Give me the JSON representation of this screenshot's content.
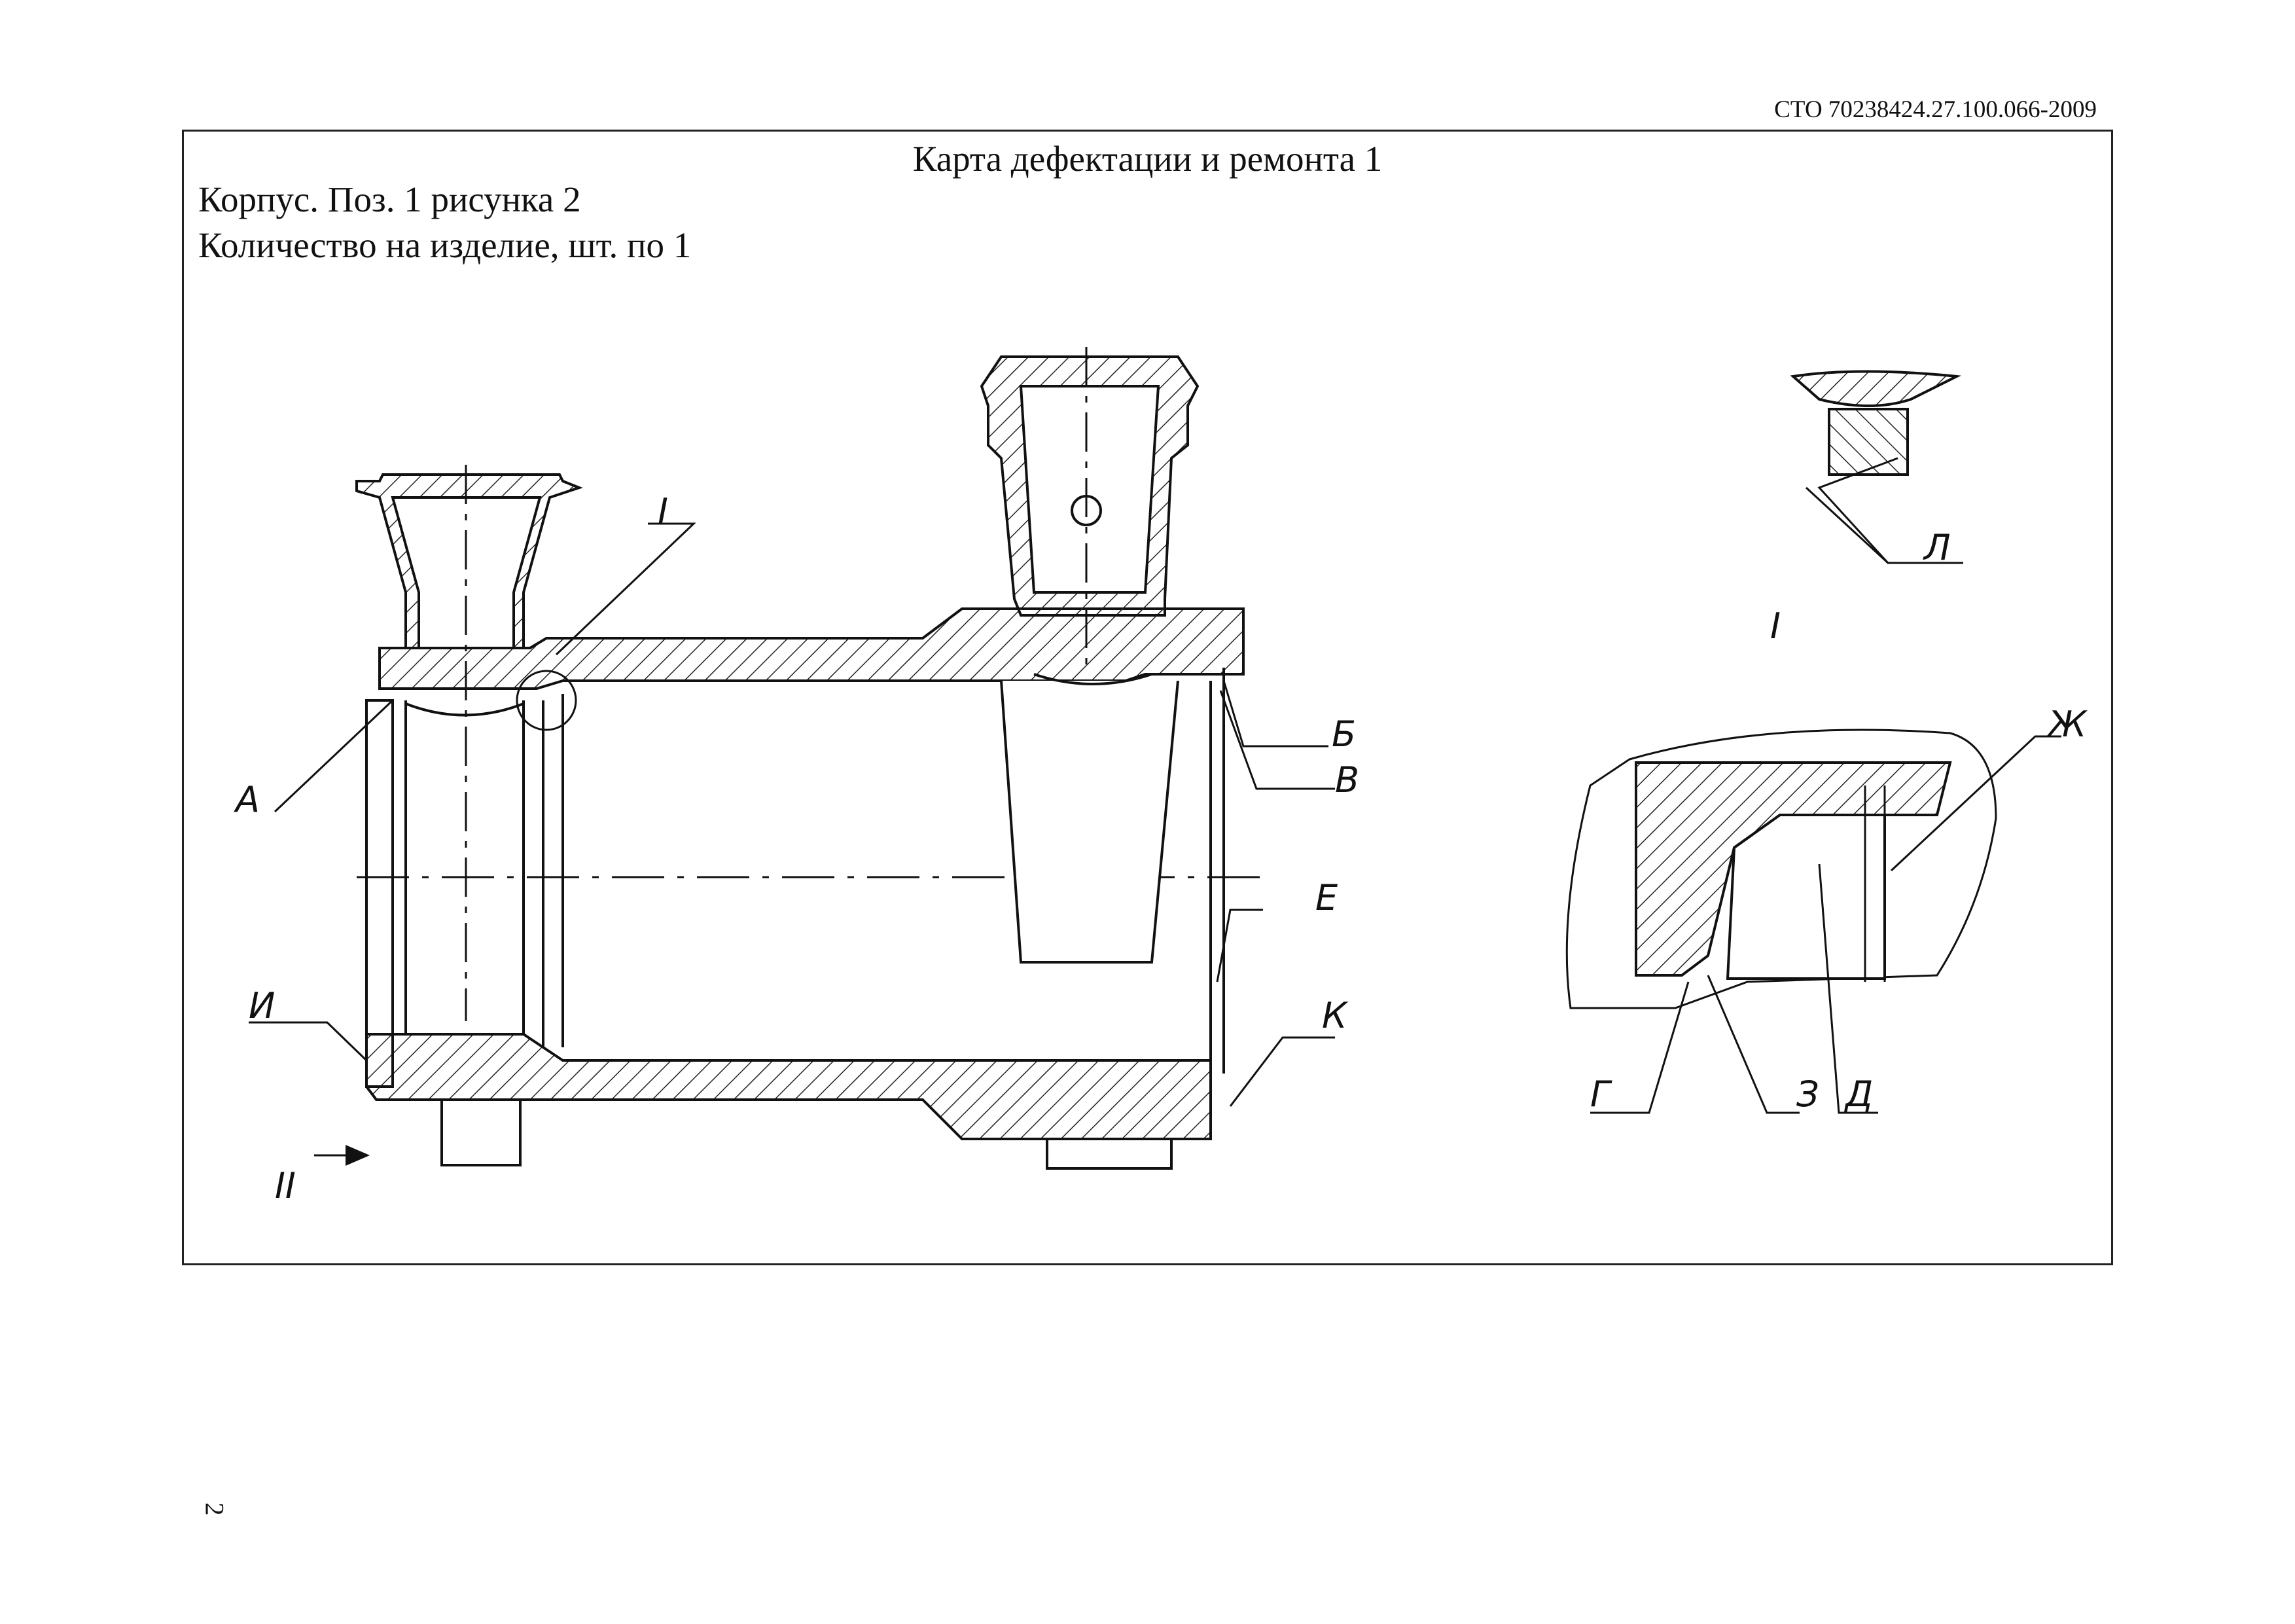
{
  "header": {
    "doc_code": "СТО 70238424.27.100.066-2009"
  },
  "card": {
    "title": "Карта дефектации и ремонта 1",
    "part_line": "Корпус. Поз. 1 рисунка  2",
    "quantity_line": "Количество на изделие, шт. по 1"
  },
  "drawing": {
    "callouts": {
      "A": "А",
      "B": "Б",
      "V": "В",
      "E": "Е",
      "I": "И",
      "K": "К",
      "L": "Л",
      "G": "Г",
      "Z": "З",
      "D": "Д",
      "Zh": "Ж",
      "view_I_top": "I",
      "view_I_detail": "I",
      "view_II": "II"
    }
  },
  "footer": {
    "page_number": "2"
  }
}
